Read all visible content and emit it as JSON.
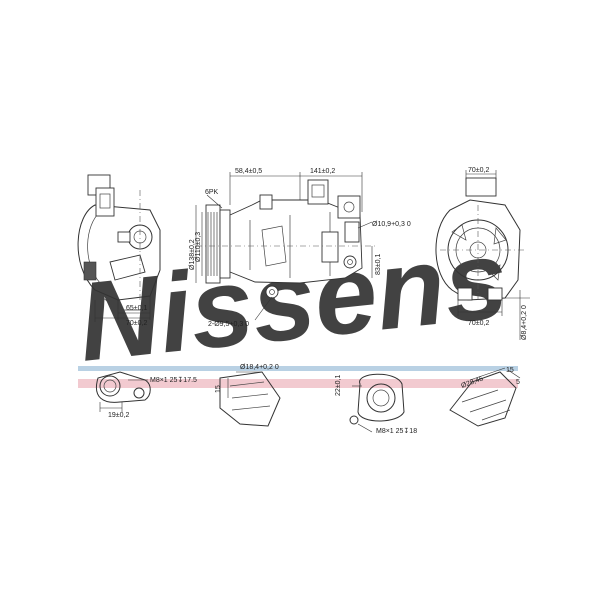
{
  "watermark": {
    "text": "Nissens",
    "color": "#c9dbe8"
  },
  "band_colors": {
    "blue": "#b9d1e4",
    "red": "#f1c4cb"
  },
  "dimensions": {
    "pulley_6pk": "6PK",
    "d_58_4": "58,4±0,5",
    "d_141": "141±0,2",
    "d_138": "Ø138±0,2",
    "d_110": "Ø110±0,3",
    "d_10_9": "Ø10,9+0,3 0",
    "d_83": "83±0,1",
    "d_holes": "2-Ø9,5+0,3 0",
    "d_65": "65±0,1",
    "d_70_left": "70±0,2",
    "d_70_top": "70±0,2",
    "d_70_right": "70±0,2",
    "d_8_4": "Ø8,4+0,2 0",
    "port1_thread": "M8×1 25↧17.5",
    "port1_width": "19±0,2",
    "port2_dia": "Ø18,4+0,2 0",
    "port2_gap": "15",
    "port3_dia": "22±0,1",
    "port3_thread": "M8×1 25↧18",
    "port4_dia": "Ø28,45",
    "port4_a": "15",
    "port4_b": "5"
  }
}
